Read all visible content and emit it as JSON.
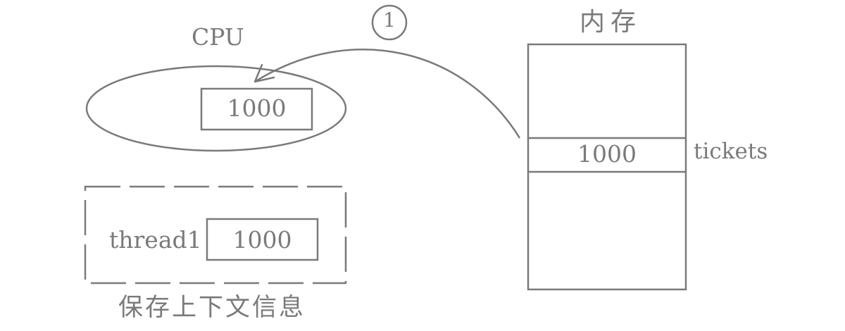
{
  "cpu": {
    "label": "CPU",
    "register_value": "1000"
  },
  "step": {
    "number": "1"
  },
  "memory": {
    "title": "内存",
    "cell_value": "1000",
    "variable_name": "tickets"
  },
  "context": {
    "thread_name": "thread1",
    "saved_value": "1000",
    "caption": "保存上下文信息"
  },
  "colors": {
    "stroke": "#7a7a7a",
    "text": "#7a7a7a",
    "background": "#ffffff"
  }
}
